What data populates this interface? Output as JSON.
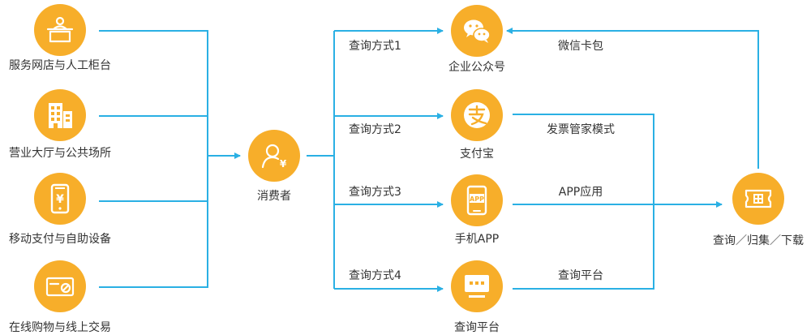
{
  "colors": {
    "node": "#f7ae2a",
    "line": "#2ab0e4",
    "text": "#333333"
  },
  "channels": [
    {
      "label": "服务网店与人工柜台",
      "icon": "counter-service-icon"
    },
    {
      "label": "营业大厅与公共场所",
      "icon": "building-icon"
    },
    {
      "label": "移动支付与自助设备",
      "icon": "mobile-payment-icon"
    },
    {
      "label": "在线购物与线上交易",
      "icon": "online-card-icon"
    }
  ],
  "consumer": {
    "label": "消费者",
    "icon": "consumer-yuan-icon"
  },
  "query_methods": [
    "查询方式1",
    "查询方式2",
    "查询方式3",
    "查询方式4"
  ],
  "platforms": [
    {
      "label": "企业公众号",
      "icon": "wechat-icon"
    },
    {
      "label": "支付宝",
      "icon": "alipay-icon"
    },
    {
      "label": "手机APP",
      "icon": "phone-app-icon",
      "badge": "APP"
    },
    {
      "label": "查询平台",
      "icon": "monitor-icon"
    }
  ],
  "flows": [
    "微信卡包",
    "发票管家模式",
    "APP应用",
    "查询平台"
  ],
  "result": {
    "label": "查询／归集／下载",
    "icon": "ticket-icon"
  }
}
